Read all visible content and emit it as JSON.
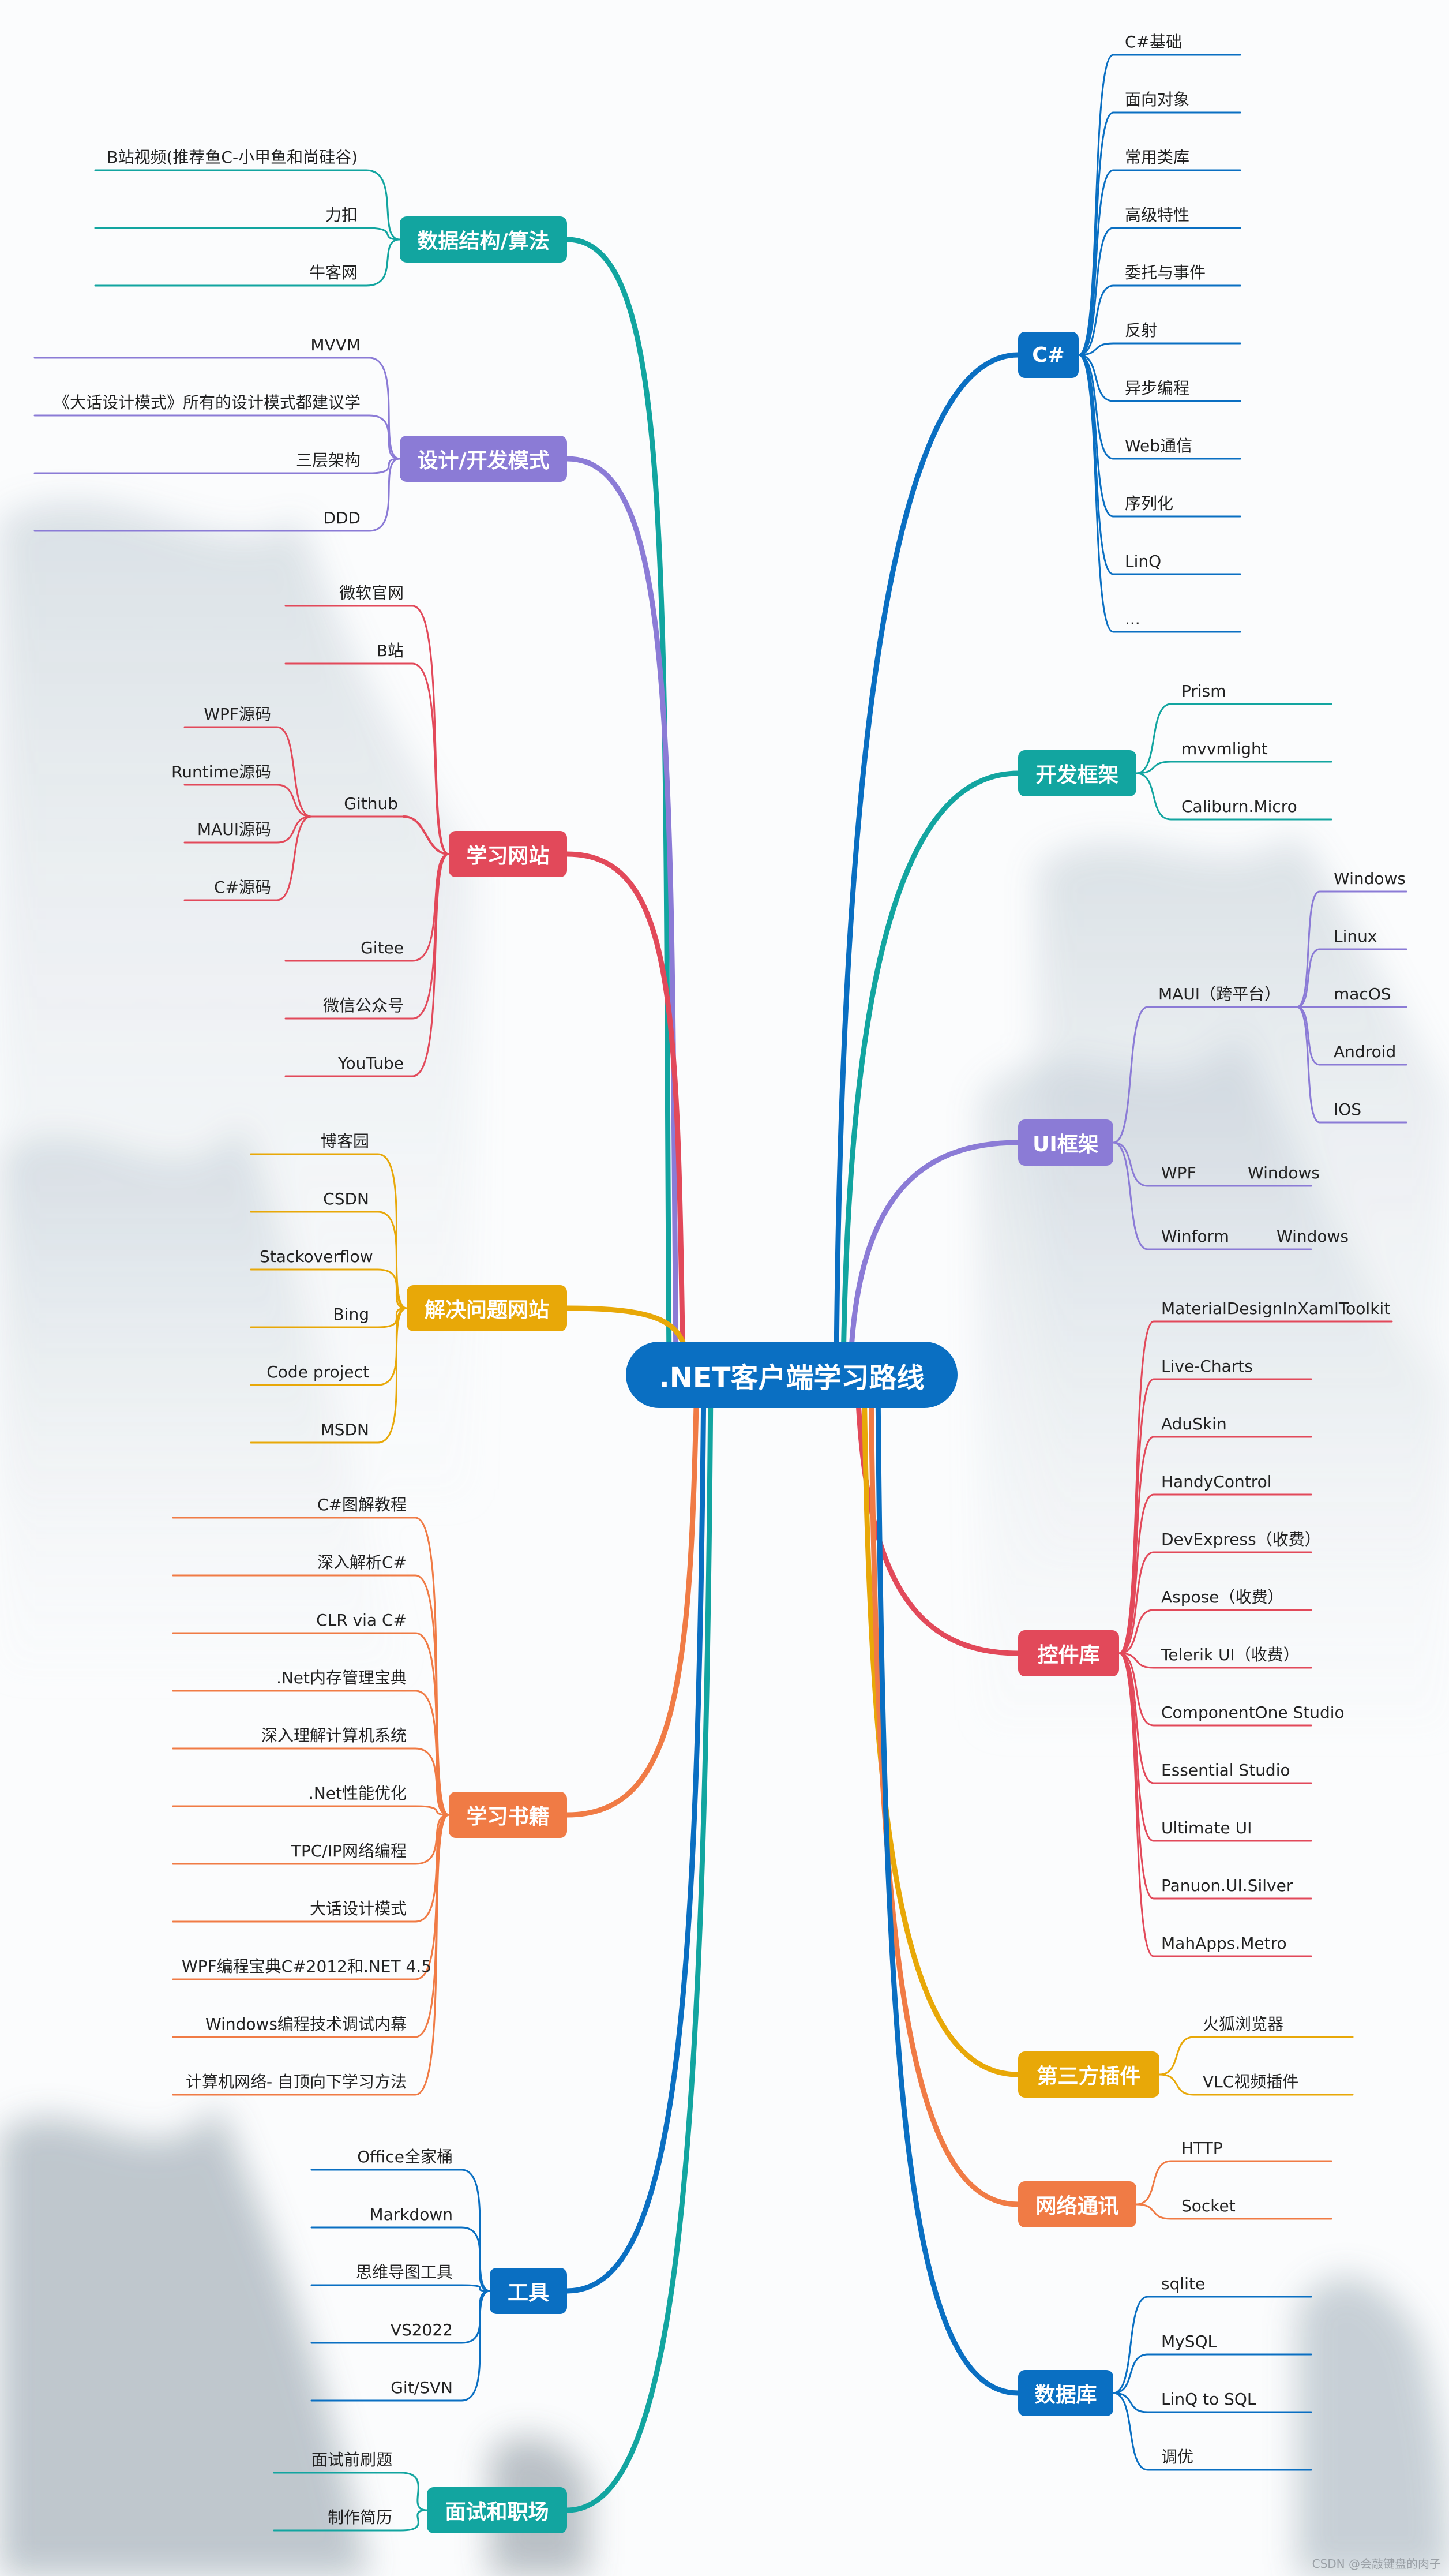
{
  "root": ".NET客户端学习路线",
  "watermark": "CSDN @会敲键盘的肉子",
  "colors": {
    "teal": "#12a5a0",
    "purple": "#8b7bd6",
    "red": "#e2495a",
    "amber": "#e8a808",
    "orange": "#f07b45",
    "blue": "#0a6fc2"
  },
  "left": [
    {
      "label": "数据结构/算法",
      "color": "#12a5a0",
      "items": [
        {
          "label": "B站视频(推荐鱼C-小甲鱼和尚硅谷)"
        },
        {
          "label": "力扣"
        },
        {
          "label": "牛客网"
        }
      ]
    },
    {
      "label": "设计/开发模式",
      "color": "#8b7bd6",
      "items": [
        {
          "label": "MVVM"
        },
        {
          "label": "《大话设计模式》所有的设计模式都建议学"
        },
        {
          "label": "三层架构"
        },
        {
          "label": "DDD"
        }
      ]
    },
    {
      "label": "学习网站",
      "color": "#e2495a",
      "items": [
        {
          "label": "微软官网"
        },
        {
          "label": "B站"
        },
        {
          "label": "Github",
          "children": [
            {
              "label": "WPF源码"
            },
            {
              "label": "Runtime源码"
            },
            {
              "label": "MAUI源码"
            },
            {
              "label": "C#源码"
            }
          ]
        },
        {
          "label": "Gitee"
        },
        {
          "label": "微信公众号"
        },
        {
          "label": "YouTube"
        }
      ]
    },
    {
      "label": "解决问题网站",
      "color": "#e8a808",
      "items": [
        {
          "label": "博客园"
        },
        {
          "label": "CSDN"
        },
        {
          "label": "Stackoverflow"
        },
        {
          "label": "Bing"
        },
        {
          "label": "Code project"
        },
        {
          "label": "MSDN"
        }
      ]
    },
    {
      "label": "学习书籍",
      "color": "#f07b45",
      "items": [
        {
          "label": "C#图解教程"
        },
        {
          "label": "深入解析C#"
        },
        {
          "label": "CLR via C#"
        },
        {
          "label": ".Net内存管理宝典"
        },
        {
          "label": "深入理解计算机系统"
        },
        {
          "label": ".Net性能优化"
        },
        {
          "label": "TPC/IP网络编程"
        },
        {
          "label": "大话设计模式"
        },
        {
          "label": "WPF编程宝典C#2012和.NET 4.5"
        },
        {
          "label": "Windows编程技术调试内幕"
        },
        {
          "label": "计算机网络- 自顶向下学习方法"
        }
      ]
    },
    {
      "label": "工具",
      "color": "#0a6fc2",
      "items": [
        {
          "label": "Office全家桶"
        },
        {
          "label": "Markdown"
        },
        {
          "label": "思维导图工具"
        },
        {
          "label": "VS2022"
        },
        {
          "label": "Git/SVN"
        }
      ]
    },
    {
      "label": "面试和职场",
      "color": "#12a5a0",
      "items": [
        {
          "label": "面试前刷题"
        },
        {
          "label": "制作简历"
        }
      ]
    }
  ],
  "right": [
    {
      "label": "C#",
      "color": "#0a6fc2",
      "items": [
        {
          "label": "C#基础"
        },
        {
          "label": "面向对象"
        },
        {
          "label": "常用类库"
        },
        {
          "label": "高级特性"
        },
        {
          "label": "委托与事件"
        },
        {
          "label": "反射"
        },
        {
          "label": "异步编程"
        },
        {
          "label": "Web通信"
        },
        {
          "label": "序列化"
        },
        {
          "label": "LinQ"
        },
        {
          "label": "..."
        }
      ]
    },
    {
      "label": "开发框架",
      "color": "#12a5a0",
      "items": [
        {
          "label": "Prism"
        },
        {
          "label": "mvvmlight"
        },
        {
          "label": "Caliburn.Micro"
        }
      ]
    },
    {
      "label": "UI框架",
      "color": "#8b7bd6",
      "items": [
        {
          "label": "MAUI（跨平台）",
          "children": [
            {
              "label": "Windows"
            },
            {
              "label": "Linux"
            },
            {
              "label": "macOS"
            },
            {
              "label": "Android"
            },
            {
              "label": "IOS"
            }
          ]
        },
        {
          "label": "WPF",
          "children": [
            {
              "label": "Windows"
            }
          ]
        },
        {
          "label": "Winform",
          "children": [
            {
              "label": "Windows"
            }
          ]
        }
      ]
    },
    {
      "label": "控件库",
      "color": "#e2495a",
      "items": [
        {
          "label": "MaterialDesignInXamlToolkit"
        },
        {
          "label": "Live-Charts"
        },
        {
          "label": "AduSkin"
        },
        {
          "label": "HandyControl"
        },
        {
          "label": "DevExpress（收费）"
        },
        {
          "label": "Aspose（收费）"
        },
        {
          "label": "Telerik UI（收费）"
        },
        {
          "label": "ComponentOne Studio"
        },
        {
          "label": "Essential Studio"
        },
        {
          "label": "Ultimate UI"
        },
        {
          "label": "Panuon.UI.Silver"
        },
        {
          "label": "MahApps.Metro"
        }
      ]
    },
    {
      "label": "第三方插件",
      "color": "#e8a808",
      "items": [
        {
          "label": "火狐浏览器"
        },
        {
          "label": "VLC视频插件"
        }
      ]
    },
    {
      "label": "网络通讯",
      "color": "#f07b45",
      "items": [
        {
          "label": "HTTP"
        },
        {
          "label": "Socket"
        }
      ]
    },
    {
      "label": "数据库",
      "color": "#0a6fc2",
      "items": [
        {
          "label": "sqlite"
        },
        {
          "label": "MySQL"
        },
        {
          "label": "LinQ to SQL"
        },
        {
          "label": "调优"
        }
      ]
    }
  ]
}
